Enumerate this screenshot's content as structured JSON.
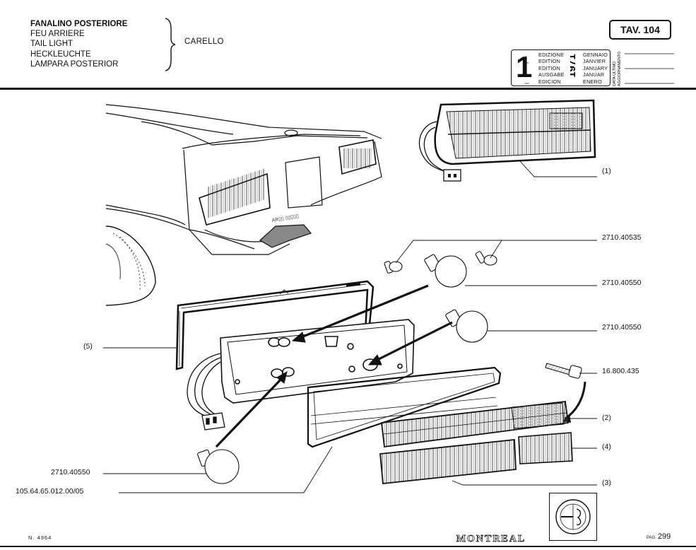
{
  "header": {
    "titles": [
      "FANALINO POSTERIORE",
      "FEU ARRIERE",
      "TAIL LIGHT",
      "HECKLEUCHTE",
      "LAMPARA POSTERIOR"
    ],
    "subtitle": "CARELLO",
    "table_ref": "TAV. 104"
  },
  "edition": {
    "number": "1",
    "ordinals": [
      "a",
      "ère",
      "st",
      "e",
      "era"
    ],
    "labels": [
      "EDIZIONE",
      "EDITION",
      "EDITION",
      "AUSGABE",
      "EDICION"
    ],
    "year": "1971",
    "months": [
      "GENNAIO",
      "JANVIER",
      "JANUARY",
      "JANUAR",
      "ENERO"
    ],
    "side_label_1": "DATA ULTIMO",
    "side_label_2": "AGGIORNAMENTO"
  },
  "callouts": {
    "c1": "(1)",
    "c2": "(2)",
    "c3": "(3)",
    "c4": "(4)",
    "c5": "(5)",
    "p_2710_40535": "2710.40535",
    "p_2710_40550_a": "2710.40550",
    "p_2710_40550_b": "2710.40550",
    "p_2710_40550_c": "2710.40550",
    "p_16_800_435": "16.800.435",
    "p_105_64": "105.64.65.012.00/05"
  },
  "footer": {
    "ref": "N. 4964",
    "model": "MONTREAL",
    "page_prefix": "PAG.",
    "page_number": "299"
  }
}
